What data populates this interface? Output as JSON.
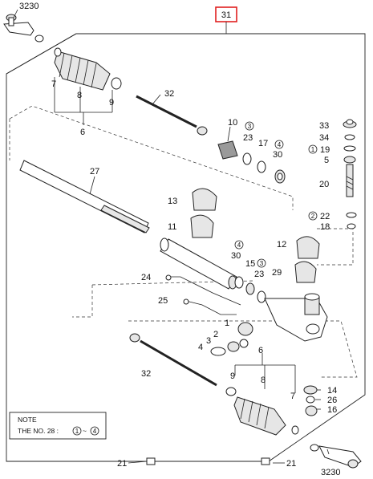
{
  "title_box": "31",
  "colors": {
    "title_box_border": "#e02020",
    "line": "#222222",
    "shade": "#e6e6e6",
    "dark": "#9a9a9a"
  },
  "labels": {
    "p3230_top": "3230",
    "p7_left": "7",
    "p8_left": "8",
    "p9_left": "9",
    "p6_left": "6",
    "p32_top": "32",
    "p10": "10",
    "p23_top": "23",
    "p17": "17",
    "p30_top": "30",
    "p33": "33",
    "p34": "34",
    "p19": "19",
    "p5": "5",
    "p20": "20",
    "p22": "22",
    "p18": "18",
    "p27": "27",
    "p13": "13",
    "p11": "11",
    "p12": "12",
    "p29": "29",
    "p30_mid": "30",
    "p15": "15",
    "p23_mid": "23",
    "p24": "24",
    "p25": "25",
    "p1": "1",
    "p2": "2",
    "p3": "3",
    "p4": "4",
    "p6_right": "6",
    "p8_right": "8",
    "p9_right": "9",
    "p7_right": "7",
    "p32_bottom": "32",
    "p14": "14",
    "p26": "26",
    "p16": "16",
    "p21_left": "21",
    "p21_right": "21",
    "p3230_bottom": "3230"
  },
  "circled": {
    "c3_top": "3",
    "c4_top": "4",
    "c1": "1",
    "c2": "2",
    "c4_mid": "4",
    "c3_mid": "3"
  },
  "note": {
    "title": "NOTE",
    "prefix": "THE NO. 28 :",
    "from": "1",
    "sep": "~",
    "to": "4"
  }
}
